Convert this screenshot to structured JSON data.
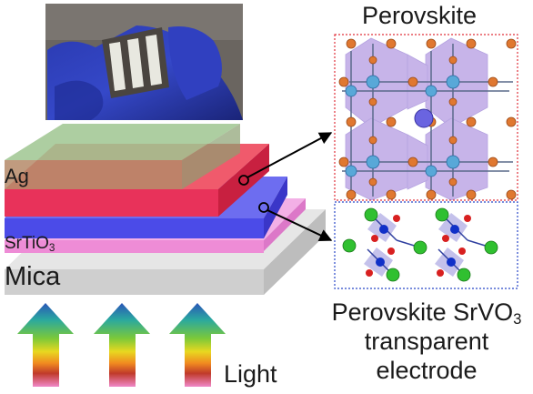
{
  "title": "Perovskite",
  "layers": {
    "ag": "Ag",
    "srtio3": {
      "base": "SrTiO",
      "sub": "3"
    },
    "mica": "Mica"
  },
  "light": "Light",
  "caption": {
    "line1": {
      "base": "Perovskite SrVO",
      "sub": "3"
    },
    "line2": "transparent",
    "line3": "electrode"
  },
  "colors": {
    "ag_layer": "#8fbf86",
    "electrode_layer": "#e8325a",
    "blue_layer": "#4b4be8",
    "srtio3_layer": "#ee8cd6",
    "mica_layer": "#c8c8c8",
    "top_box_border": "#e0303a",
    "bottom_box_border": "#2848c8",
    "octahedra": "#9a78d8",
    "a_site_atom": "#6a64e0",
    "b_site_atom": "#58a8d8",
    "oxygen_top": "#e07830",
    "v_atom": "#1030c8",
    "o_atom": "#d82020",
    "sr_atom": "#30c030"
  },
  "icons": [
    "device-photo",
    "light-arrow-icon",
    "connector-arrow"
  ]
}
